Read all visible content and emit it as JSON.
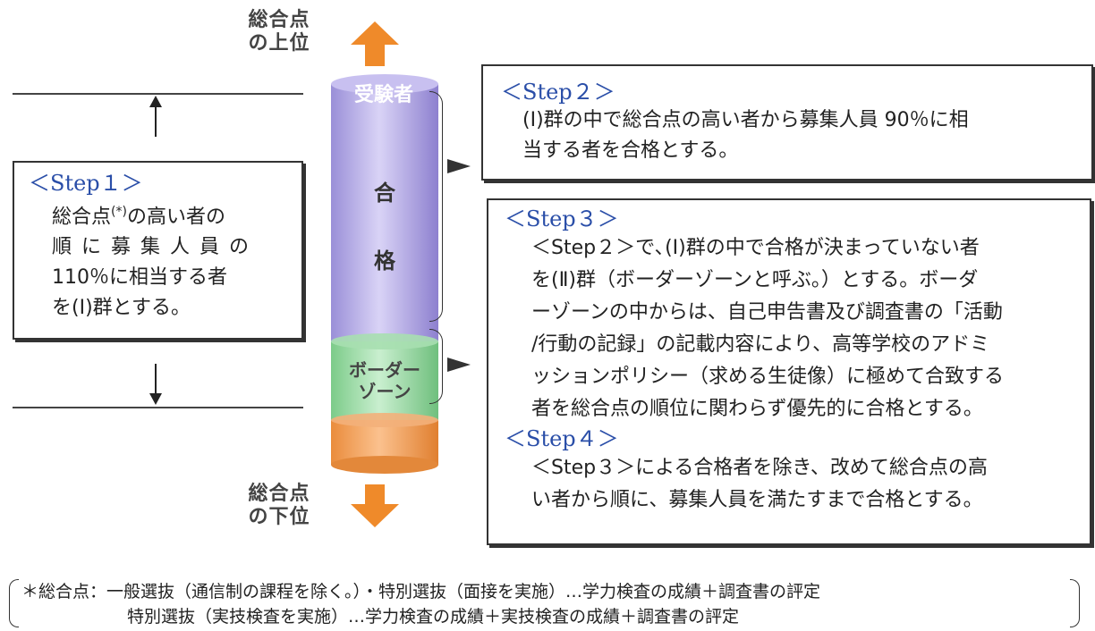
{
  "axis": {
    "top_label_line1": "総合点",
    "top_label_line2": "の上位",
    "bottom_label_line1": "総合点",
    "bottom_label_line2": "の下位"
  },
  "cylinder": {
    "top_label": "受験者",
    "pass_char1": "合",
    "pass_char2": "格",
    "border_line1": "ボーダー",
    "border_line2": "ゾーン"
  },
  "step1": {
    "title": "＜Step１＞",
    "line1_pre": "総合点",
    "line1_sup": "(*)",
    "line1_post": "の高い者の",
    "line2": "順に募集人員の",
    "line3": "110％に相当する者",
    "line4": "を(Ⅰ)群とする。"
  },
  "step2": {
    "title": "＜Step２＞",
    "line1": "(Ⅰ)群の中で総合点の高い者から募集人員 90％に相",
    "line2": "当する者を合格とする。"
  },
  "step3": {
    "title": "＜Step３＞",
    "line1": "＜Step２＞で､(Ⅰ)群の中で合格が決まっていない者",
    "line2": "を(Ⅱ)群（ボーダーゾーンと呼ぶ。）とする。ボーダ",
    "line3": "ーゾーンの中からは、自己申告書及び調査書の「活動",
    "line4": "/行動の記録」の記載内容により、高等学校のアドミ",
    "line5": "ッションポリシー（求める生徒像）に極めて合致する",
    "line6": "者を総合点の順位に関わらず優先的に合格とする。"
  },
  "step4": {
    "title": "＜Step４＞",
    "line1": "＜Step３＞による合格者を除き、改めて総合点の高",
    "line2": "い者から順に、募集人員を満たすまで合格とする。"
  },
  "footnote": {
    "line1": "＊総合点：一般選抜（通信制の課程を除く。）・特別選抜（面接を実施）…学力検査の成績＋調査書の評定",
    "line2": "特別選抜（実技検査を実施）…学力検査の成績＋実技検査の成績＋調査書の評定"
  },
  "colors": {
    "arrow_orange": "#ef8a2a",
    "pass_purple": "#a89be0",
    "border_green": "#8fd49a",
    "bottom_orange": "#ef9a4a",
    "step_title_blue": "#2a4ea8"
  }
}
